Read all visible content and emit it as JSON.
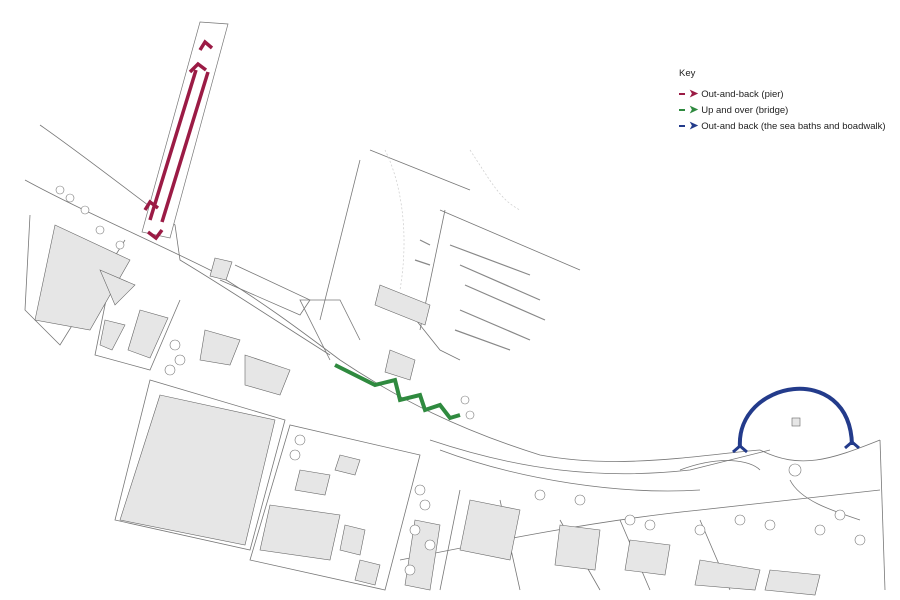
{
  "key": {
    "title": "Key",
    "items": [
      {
        "label": "Out-and-back (pier)",
        "color": "#9b1b45"
      },
      {
        "label": "Up and over (bridge)",
        "color": "#2f8a3f"
      },
      {
        "label": "Out-and back (the sea baths and boadwalk)",
        "color": "#233b8b"
      }
    ]
  }
}
